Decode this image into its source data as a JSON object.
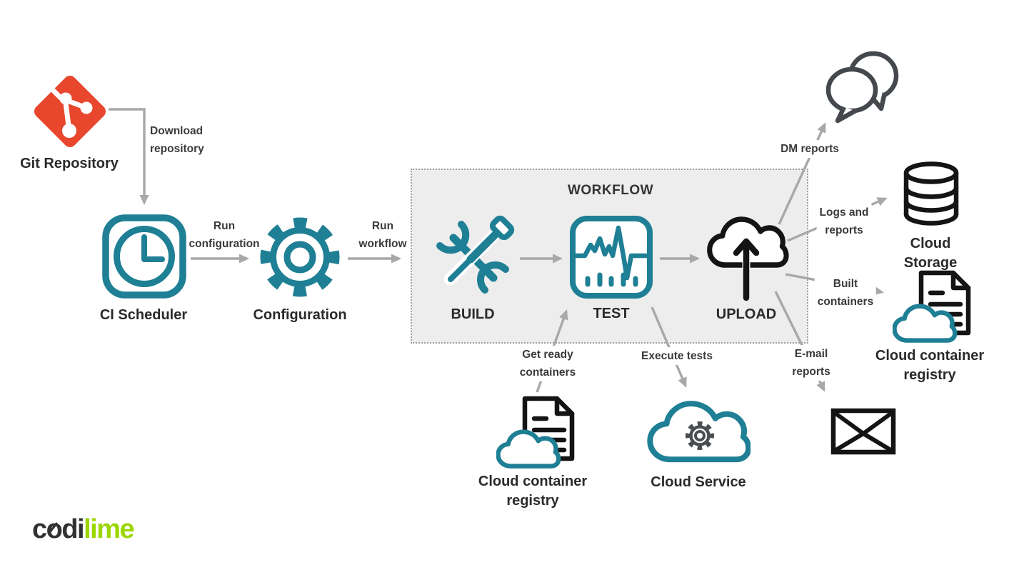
{
  "colors": {
    "teal": "#1E7F95",
    "git_orange": "#E8472E",
    "ink": "#141414",
    "chat_gray": "#45494D",
    "arrow_gray": "#A8A8A8",
    "label_text": "#3A3A3A",
    "node_text": "#2A2A2A",
    "box_bg": "#EDEDED",
    "box_border": "#9E9E9E",
    "lime": "#9CD600",
    "logo_dark": "#303234"
  },
  "nodes": {
    "git_repository": {
      "label": "Git Repository",
      "icon": "git-icon"
    },
    "ci_scheduler": {
      "label": "CI Scheduler",
      "icon": "clock-icon"
    },
    "configuration": {
      "label": "Configuration",
      "icon": "gear-icon"
    },
    "workflow_group": {
      "title": "WORKFLOW"
    },
    "build": {
      "label": "BUILD",
      "icon": "build-tools-icon"
    },
    "test": {
      "label": "TEST",
      "icon": "test-monitor-icon"
    },
    "upload": {
      "label": "UPLOAD",
      "icon": "upload-cloud-icon"
    },
    "dm_chat": {
      "icon": "chat-bubbles-icon"
    },
    "cloud_storage": {
      "label": "Cloud Storage",
      "icon": "database-icon"
    },
    "cloud_container_registry_right": {
      "label": "Cloud container registry",
      "icon": "document-cloud-icon"
    },
    "email": {
      "icon": "envelope-icon"
    },
    "cloud_container_registry_bottom": {
      "label": "Cloud container registry",
      "icon": "document-cloud-icon"
    },
    "cloud_service": {
      "label": "Cloud Service",
      "icon": "cloud-gear-icon"
    }
  },
  "edges": {
    "download_repository": {
      "label": "Download\nrepository"
    },
    "run_configuration": {
      "label": "Run\nconfiguration"
    },
    "run_workflow": {
      "label": "Run\nworkflow"
    },
    "dm_reports": {
      "label": "DM reports"
    },
    "logs_and_reports": {
      "label": "Logs and\nreports"
    },
    "built_containers": {
      "label": "Built\ncontainers"
    },
    "email_reports": {
      "label": "E-mail\nreports"
    },
    "get_ready_containers": {
      "label": "Get ready\ncontainers"
    },
    "execute_tests": {
      "label": "Execute tests"
    }
  },
  "logo": {
    "part1": "codi",
    "part2": "lime"
  }
}
